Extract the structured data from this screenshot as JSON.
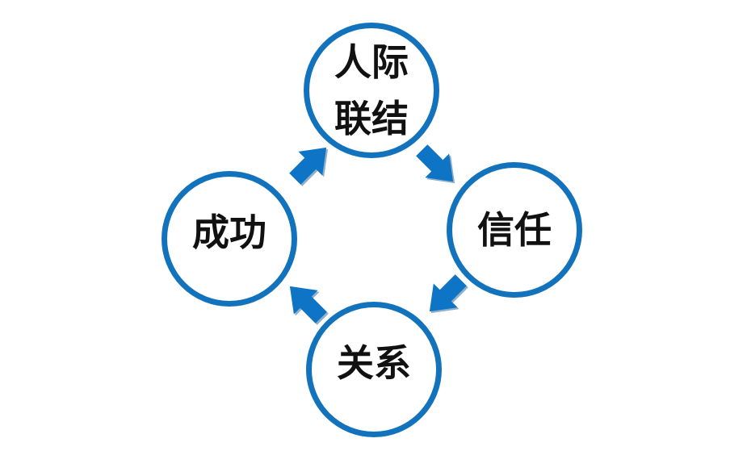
{
  "diagram": {
    "type": "cycle",
    "background": "#FFFFFF",
    "colors": {
      "circle_border": "#1273BC",
      "arrow_fill": "#0E74C6",
      "text": "#111111"
    },
    "nodes": [
      {
        "id": "top",
        "label": "人际联结",
        "lines": [
          "人际",
          "联结"
        ]
      },
      {
        "id": "right",
        "label": "信任",
        "lines": [
          "信任"
        ]
      },
      {
        "id": "bottom",
        "label": "关系",
        "lines": [
          "关系"
        ]
      },
      {
        "id": "left",
        "label": "成功",
        "lines": [
          "成功"
        ]
      }
    ],
    "arrows": [
      {
        "from": "人际联结",
        "to": "信任"
      },
      {
        "from": "信任",
        "to": "关系"
      },
      {
        "from": "关系",
        "to": "成功"
      },
      {
        "from": "成功",
        "to": "人际联结"
      }
    ]
  }
}
